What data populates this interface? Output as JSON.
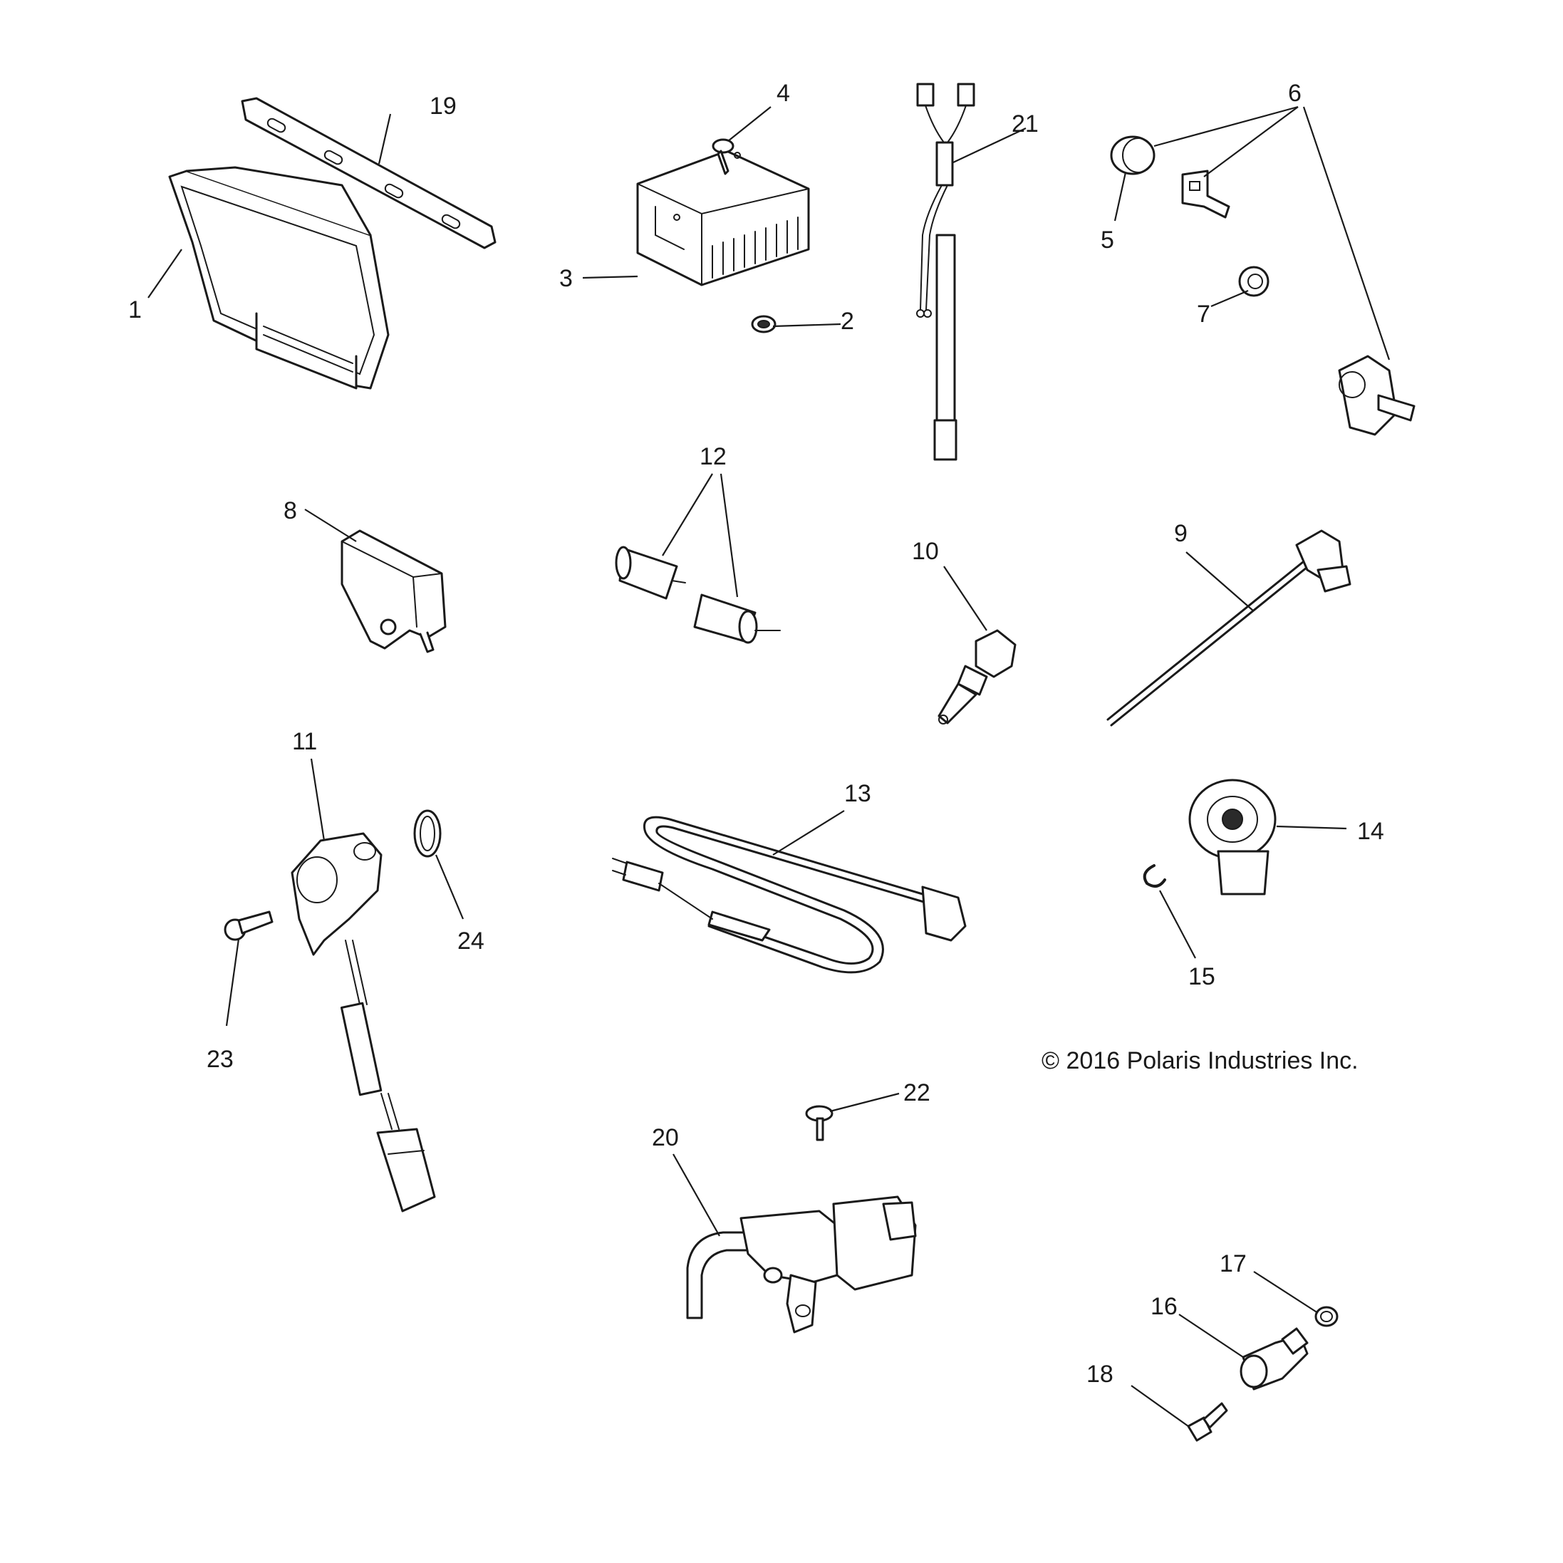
{
  "callouts": [
    {
      "id": "1",
      "label": "1"
    },
    {
      "id": "2",
      "label": "2"
    },
    {
      "id": "3",
      "label": "3"
    },
    {
      "id": "4",
      "label": "4"
    },
    {
      "id": "5",
      "label": "5"
    },
    {
      "id": "6",
      "label": "6"
    },
    {
      "id": "7",
      "label": "7"
    },
    {
      "id": "8",
      "label": "8"
    },
    {
      "id": "9",
      "label": "9"
    },
    {
      "id": "10",
      "label": "10"
    },
    {
      "id": "11",
      "label": "11"
    },
    {
      "id": "12",
      "label": "12"
    },
    {
      "id": "13",
      "label": "13"
    },
    {
      "id": "14",
      "label": "14"
    },
    {
      "id": "15",
      "label": "15"
    },
    {
      "id": "16",
      "label": "16"
    },
    {
      "id": "17",
      "label": "17"
    },
    {
      "id": "18",
      "label": "18"
    },
    {
      "id": "19",
      "label": "19"
    },
    {
      "id": "20",
      "label": "20"
    },
    {
      "id": "21",
      "label": "21"
    },
    {
      "id": "22",
      "label": "22"
    },
    {
      "id": "23",
      "label": "23"
    },
    {
      "id": "24",
      "label": "24"
    }
  ],
  "copyright": "© 2016 Polaris Industries Inc."
}
